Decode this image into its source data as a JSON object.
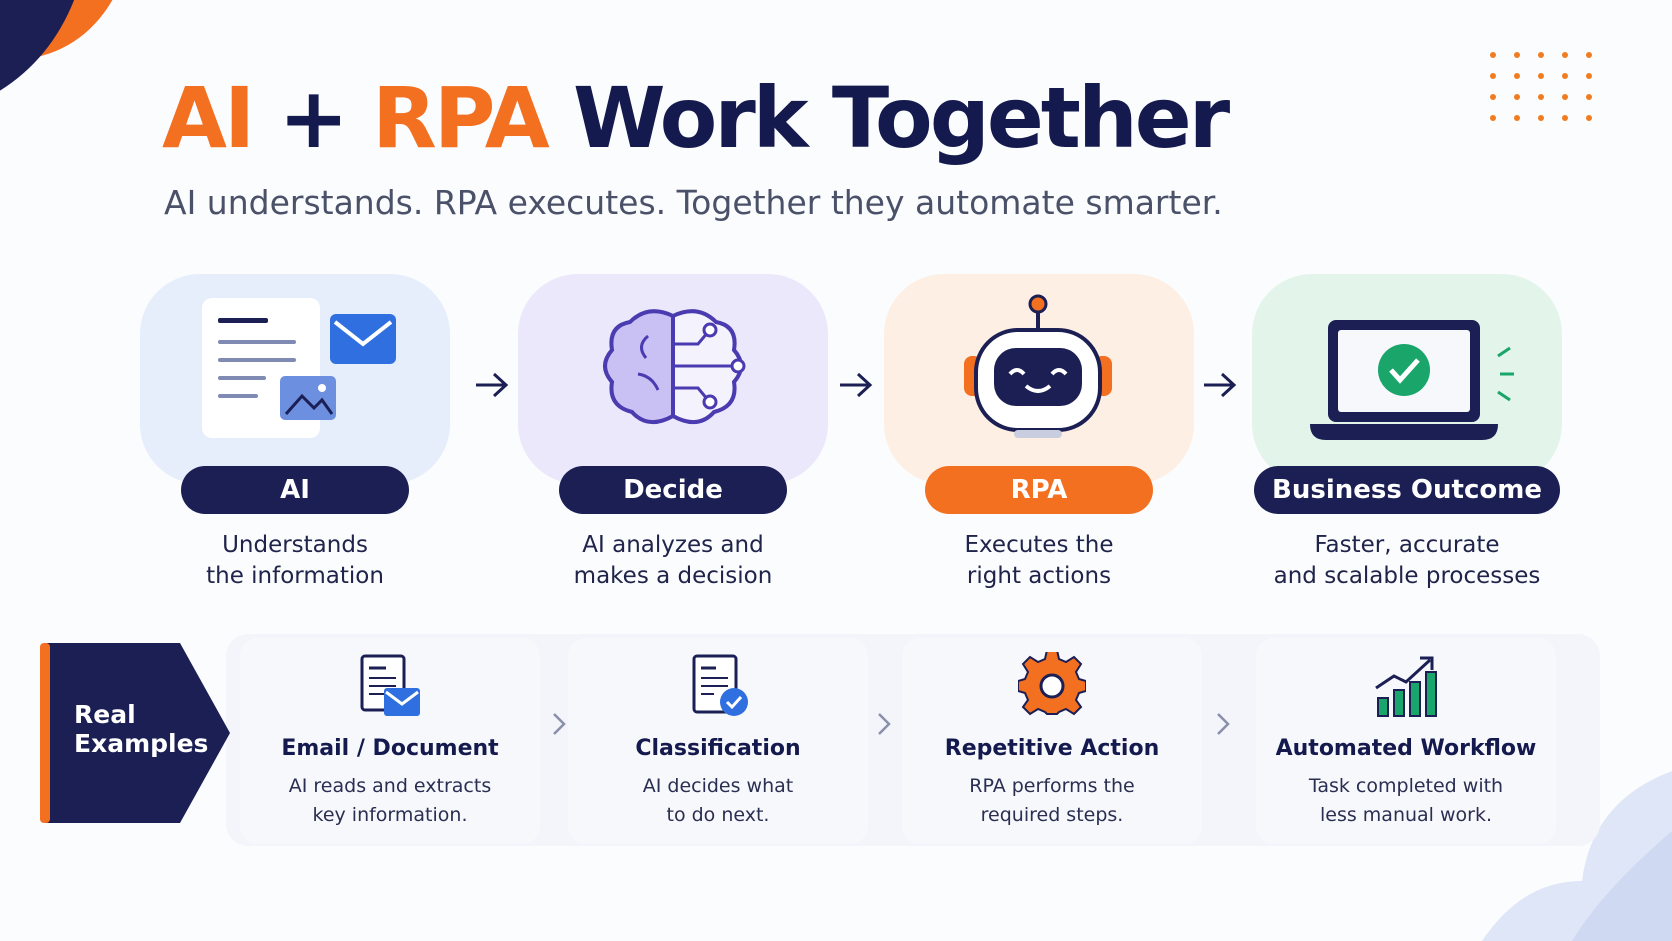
{
  "header": {
    "title_part1": "AI",
    "title_part2": "+",
    "title_part3": "RPA",
    "title_part4": "Work Together",
    "subtitle": "AI understands. RPA executes. Together they automate smarter."
  },
  "stages": [
    {
      "icon": "documents-icon",
      "label": "AI",
      "description": "Understands\nthe information",
      "pill_color": "#1b1f54"
    },
    {
      "icon": "brain-icon",
      "label": "Decide",
      "description": "AI analyzes and\nmakes a decision",
      "pill_color": "#1b1f54"
    },
    {
      "icon": "robot-icon",
      "label": "RPA",
      "description": "Executes the\nright actions",
      "pill_color": "#f37021"
    },
    {
      "icon": "laptop-check-icon",
      "label": "Business Outcome",
      "description": "Faster, accurate\nand scalable processes",
      "pill_color": "#1b1f54"
    }
  ],
  "examples": {
    "label": "Real\nExamples",
    "cards": [
      {
        "icon": "email-document-icon",
        "title": "Email / Document",
        "description": "AI reads and extracts\nkey information."
      },
      {
        "icon": "classification-icon",
        "title": "Classification",
        "description": "AI decides what\nto do next."
      },
      {
        "icon": "gear-icon",
        "title": "Repetitive Action",
        "description": "RPA performs the\nrequired steps."
      },
      {
        "icon": "growth-chart-icon",
        "title": "Automated Workflow",
        "description": "Task completed with\nless manual work."
      }
    ]
  },
  "colors": {
    "navy": "#151a4e",
    "orange": "#f37021",
    "blue": "#2f6fe0",
    "green": "#1aa56b"
  }
}
